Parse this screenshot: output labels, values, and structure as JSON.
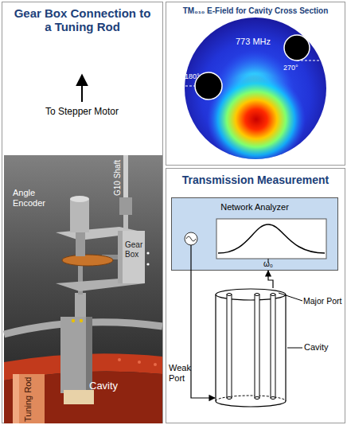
{
  "diagram": {
    "nodes": [
      {
        "text": [
          "Gear Box Connection to a Tuning Rod"
        ]
      },
      {
        "text": [
          "TM₀₁₀ E-Field for Cavity Cross Section"
        ]
      },
      {
        "text": [
          "Transmission Measurement"
        ]
      },
      {
        "text": [
          "Network Analyzer"
        ],
        "in": 2
      },
      {
        "text": [
          "Cavity"
        ],
        "in": 2
      }
    ],
    "edges": [
      {
        "from": 3,
        "to": 4,
        "arrow": "to"
      },
      {
        "from": 4,
        "to": 3,
        "arrow": "to"
      }
    ],
    "labels": [
      "To Stepper Motor",
      "Angle Encoder",
      "G10 Shaft",
      "Gear Box",
      "Tuning Rod",
      "Cavity",
      "773 MHz",
      "180°",
      "270°",
      "ω₀",
      "Major Port",
      "Weak Port"
    ]
  }
}
